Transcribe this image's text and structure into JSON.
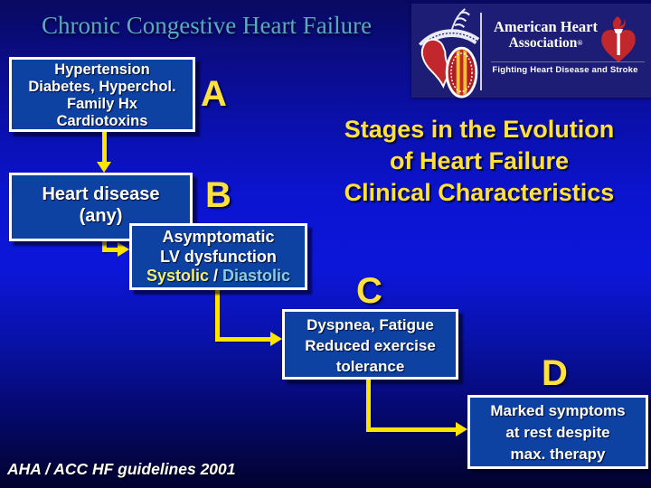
{
  "title": "Chronic Congestive Heart Failure",
  "heading": {
    "line1": "Stages in the Evolution",
    "line2": "of Heart Failure",
    "line3": "Clinical Characteristics"
  },
  "footer": "AHA / ACC HF guidelines 2001",
  "stages": {
    "a": {
      "letter": "A"
    },
    "b": {
      "letter": "B"
    },
    "c": {
      "letter": "C"
    },
    "d": {
      "letter": "D"
    }
  },
  "boxes": {
    "risk_factors": {
      "line1": "Hypertension",
      "line2": "Diabetes, Hyperchol.",
      "line3": "Family Hx",
      "line4": "Cardiotoxins"
    },
    "heart_disease": {
      "line1": "Heart disease",
      "line2": "(any)"
    },
    "asymptomatic": {
      "line1": "Asymptomatic",
      "line2": "LV dysfunction",
      "systolic": "Systolic",
      "separator": " / ",
      "diastolic": "Diastolic"
    },
    "symptomatic": {
      "line1": "Dyspnea, Fatigue",
      "line2": "Reduced exercise",
      "line3": "tolerance"
    },
    "refractory": {
      "line1": "Marked symptoms",
      "line2": "at rest despite",
      "line3": "max. therapy"
    }
  },
  "logo": {
    "org_line1": "American Heart",
    "org_line2": "Association",
    "registered": "®",
    "tagline": "Fighting Heart Disease and Stroke"
  },
  "colors": {
    "background_top": "#090960",
    "background_mid": "#0c16da",
    "background_bottom": "#02022f",
    "title_teal": "#58aabf",
    "accent_yellow": "#ffe13e",
    "arrow_yellow": "#ffe400",
    "box_fill": "#0d41a2",
    "box_border": "#ffffff",
    "systolic_yellow": "#f2ef6e",
    "diastolic_blue": "#86cde0",
    "logo_panel_navy": "#1d1d76",
    "heart_red": "#c1272d"
  }
}
